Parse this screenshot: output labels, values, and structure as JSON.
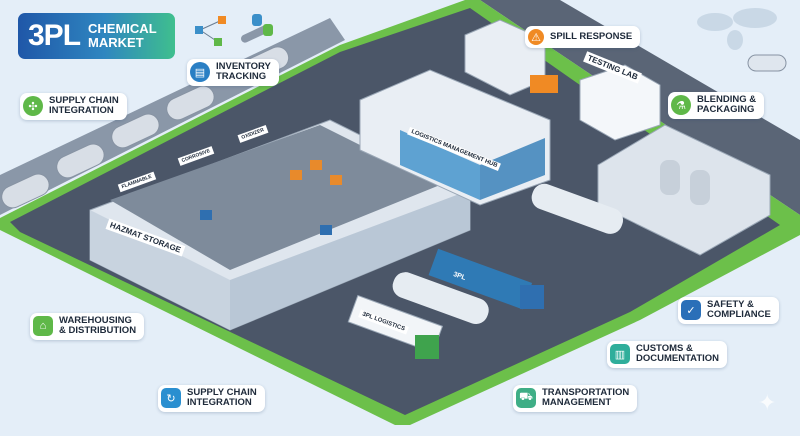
{
  "title": {
    "big": "3PL",
    "small": "CHEMICAL\nMARKET"
  },
  "labels": {
    "inventory_tracking": "INVENTORY\nTRACKING",
    "supply_chain_top": "SUPPLY CHAIN\nINTEGRATION",
    "spill_response": "SPILL RESPONSE",
    "blending_packaging": "BLENDING &\nPACKAGING",
    "safety_compliance": "SAFETY &\nCOMPLIANCE",
    "customs_documentation": "CUSTOMS &\nDOCUMENTATION",
    "warehousing_distribution": "WAREHOUSING\n& DISTRIBUTION",
    "supply_chain_bottom": "SUPPLY CHAIN\nINTEGRATION",
    "transportation_management": "TRANSPORTATION\nMANAGEMENT"
  },
  "scene_signs": {
    "hazmat_storage": "HAZMAT STORAGE",
    "hub": "LOGISTICS MANAGEMENT HUB",
    "testing_lab": "TESTING LAB",
    "flammable": "FLAMMABLE",
    "corrosive": "CORROSIVE",
    "oxidizer": "OXIDIZER",
    "truck_1": "3PL LOGISTICS",
    "truck_2": "3PL"
  },
  "colors": {
    "background": "#e4eef8",
    "ground": "#4b5668",
    "grass": "#6cc04a",
    "building": "#e9eef4",
    "accent_blue": "#2a7fc4",
    "accent_green": "#5fb848",
    "accent_orange": "#f08a24",
    "accent_teal": "#2fae9b"
  }
}
